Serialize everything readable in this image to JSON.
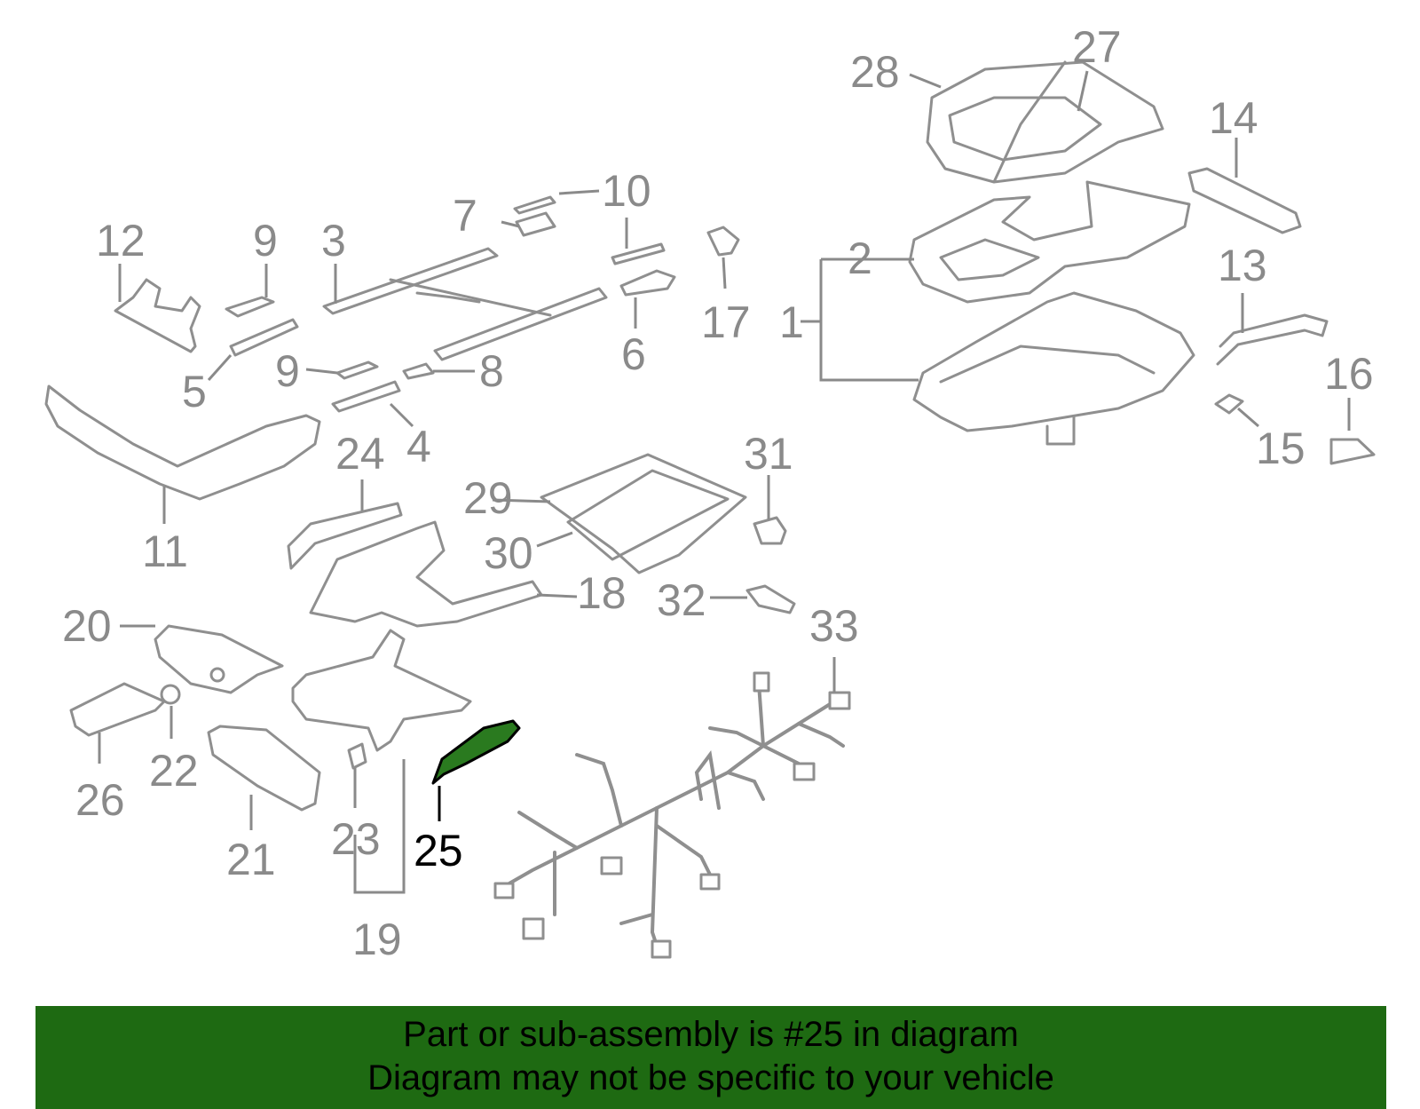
{
  "callouts": {
    "c1": "1",
    "c2": "2",
    "c3": "3",
    "c4": "4",
    "c5": "5",
    "c6": "6",
    "c7": "7",
    "c8": "8",
    "c9a": "9",
    "c9b": "9",
    "c10a": "10",
    "c10b": "10",
    "c11": "11",
    "c12": "12",
    "c13": "13",
    "c14": "14",
    "c15": "15",
    "c16": "16",
    "c17": "17",
    "c18": "18",
    "c19": "19",
    "c20": "20",
    "c21": "21",
    "c22": "22",
    "c23": "23",
    "c24": "24",
    "c25": "25",
    "c26": "26",
    "c27": "27",
    "c28": "28",
    "c29": "29",
    "c30": "30",
    "c31": "31",
    "c32": "32",
    "c33": "33"
  },
  "highlight": {
    "part_number": "25",
    "color": "#2a7a1f"
  },
  "colors": {
    "line": "#8f8f8f",
    "label": "#8a8a8a",
    "banner": "#1e6a12"
  },
  "banner": {
    "line1": "Part or sub-assembly is #25 in diagram",
    "line2": "Diagram may not be specific to your vehicle"
  }
}
